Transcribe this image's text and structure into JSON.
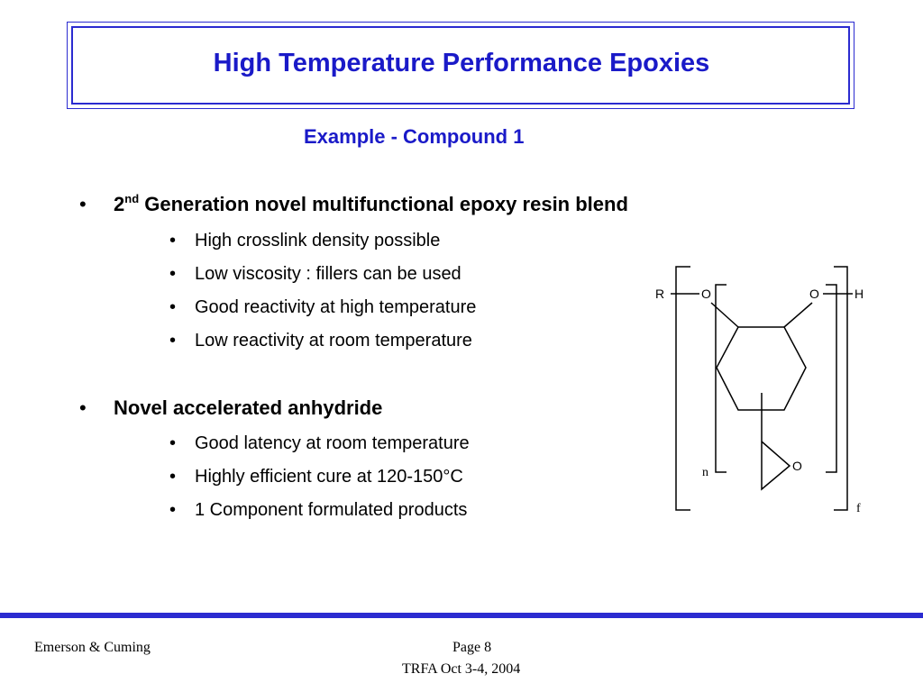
{
  "slide": {
    "title": "High Temperature Performance Epoxies",
    "subtitle": "Example - Compound 1"
  },
  "sections": [
    {
      "heading_sup_base": "2",
      "heading_sup": "nd",
      "heading_rest": " Generation novel multifunctional epoxy resin blend",
      "items": [
        "High crosslink density possible",
        "Low viscosity : fillers can be used",
        "Good reactivity at high temperature",
        "Low reactivity at room temperature"
      ]
    },
    {
      "heading": "Novel accelerated anhydride",
      "items": [
        "Good latency at room temperature",
        "Highly efficient cure at 120-150°C",
        "1 Component formulated products"
      ]
    }
  ],
  "bullet_symbol": "•",
  "structure_labels": {
    "r": "R",
    "o_left": "O",
    "o_right": "O",
    "h": "H",
    "o_epoxide": "O",
    "n": "n",
    "f": "f"
  },
  "footer": {
    "company": "Emerson & Cuming",
    "page": "Page 8",
    "event": "TRFA Oct 3-4, 2004"
  },
  "colors": {
    "accent": "#1a1ac8",
    "border": "#2b2bd0"
  }
}
